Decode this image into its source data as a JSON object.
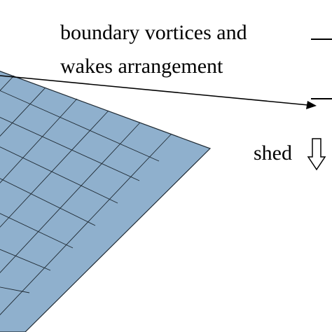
{
  "labels": {
    "arrangement_line1": "boundary vortices and",
    "arrangement_line2": "wakes arrangement",
    "shed": "shed"
  },
  "colors": {
    "panel_fill": "#8fb0cd",
    "grid_line": "#1f2a33",
    "text": "#000000",
    "arrow": "#000000"
  },
  "icons": {
    "shed_arrow": "hollow-down-arrow-icon"
  }
}
